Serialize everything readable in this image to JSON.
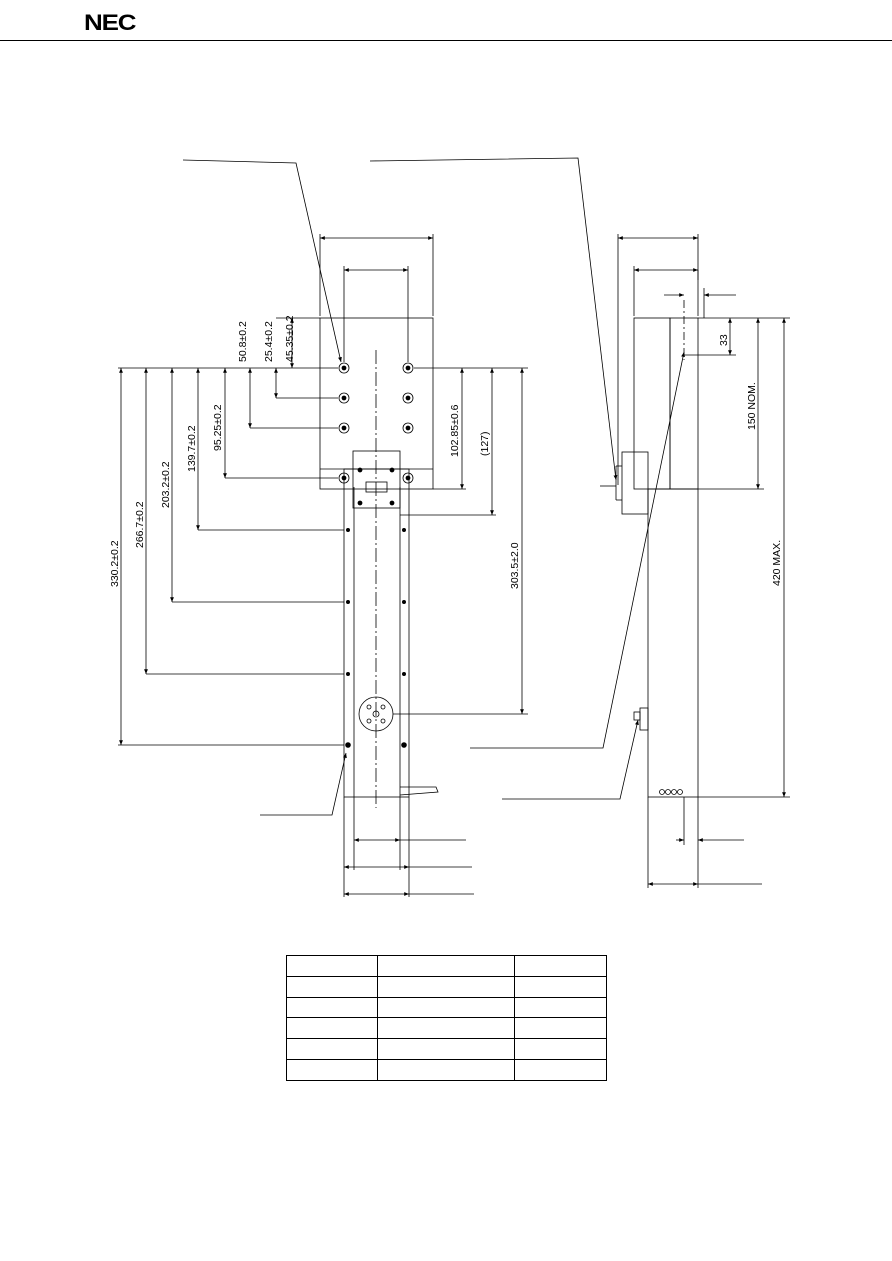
{
  "header": {
    "logo_text": "NEC"
  },
  "dimensions": {
    "front": {
      "d1": "50.8±0.2",
      "d2": "25.4±0.2",
      "d3": "45.35±0.2",
      "d4": "95.25±0.2",
      "d5": "139.7±0.2",
      "d6": "203.2±0.2",
      "d7": "266.7±0.2",
      "d8": "330.2±0.2",
      "d9": "102.85±0.6",
      "d10": "(127)",
      "d11": "303.5±2.0"
    },
    "side": {
      "d1": "33",
      "d2": "150 NOM.",
      "d3": "420 MAX."
    }
  },
  "table": {
    "rows": [
      [
        "",
        "",
        ""
      ],
      [
        "",
        "",
        ""
      ],
      [
        "",
        "",
        ""
      ],
      [
        "",
        "",
        ""
      ],
      [
        "",
        "",
        ""
      ],
      [
        "",
        "",
        ""
      ]
    ]
  }
}
